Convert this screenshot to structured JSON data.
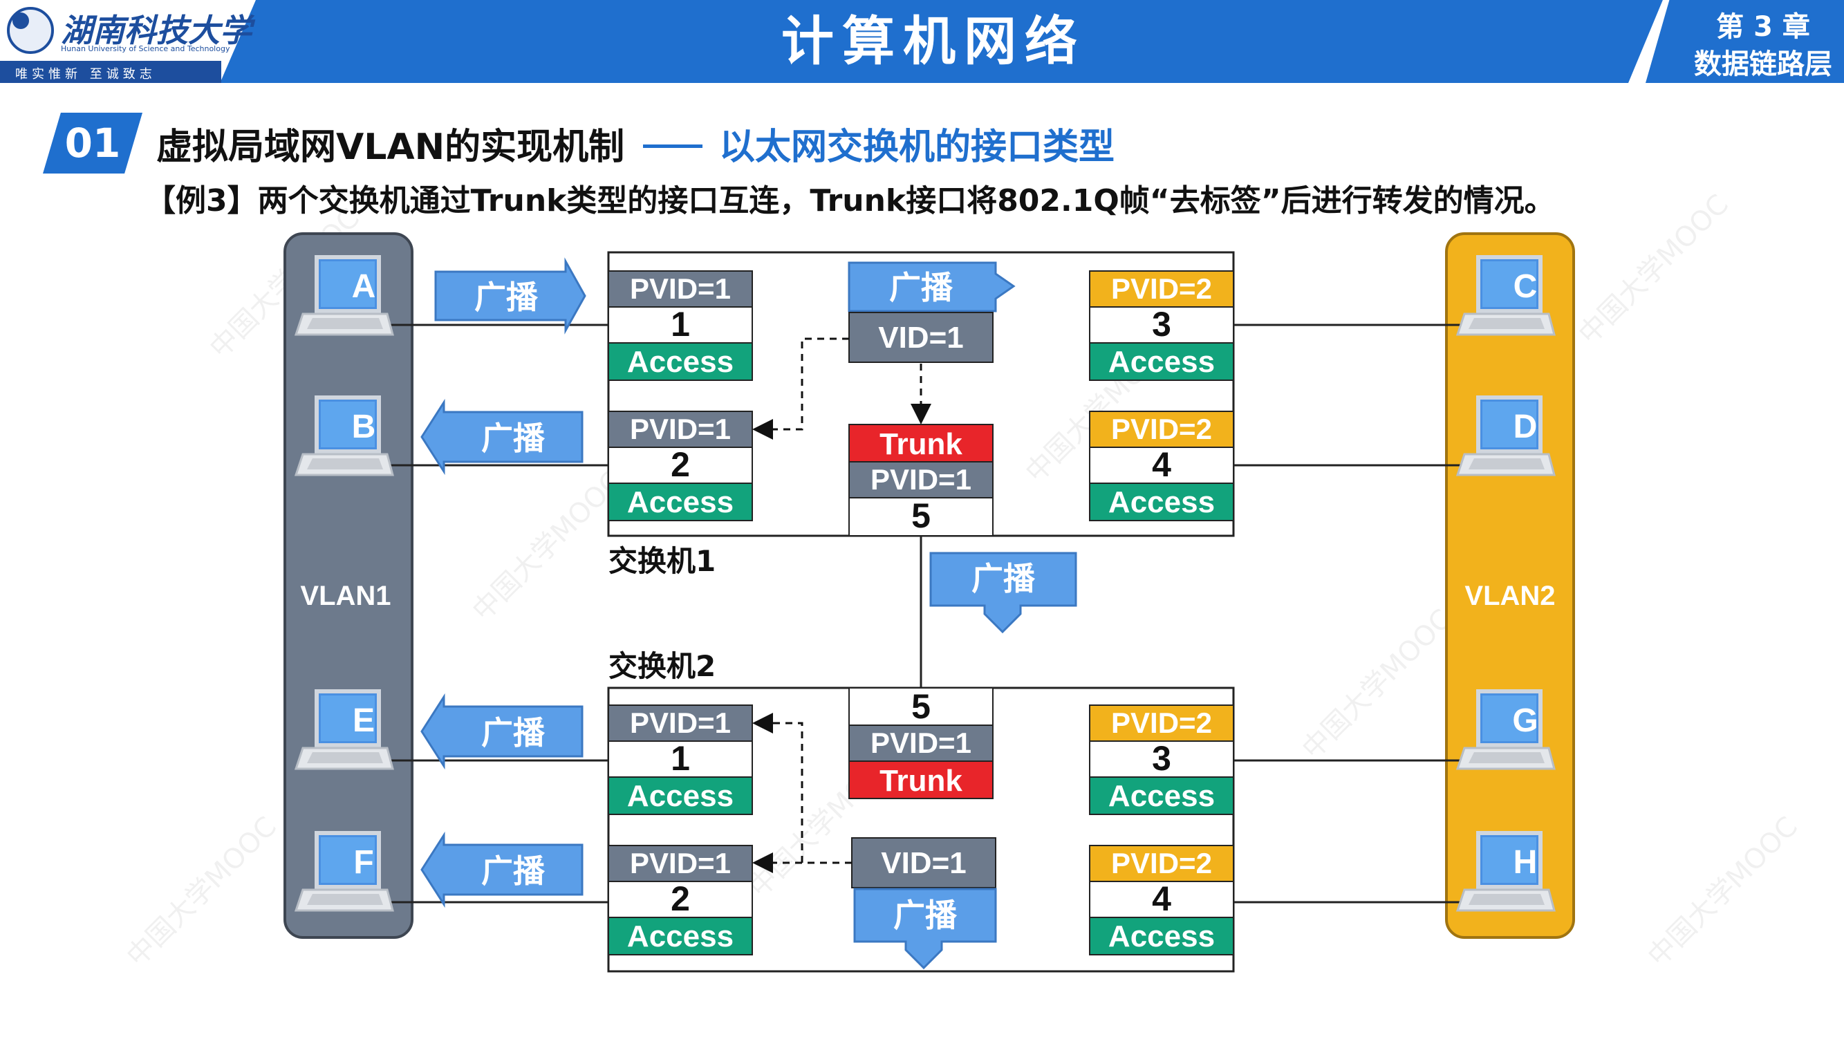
{
  "header": {
    "university_name": "湖南科技大学",
    "university_english": "Hunan University of Science and Technology",
    "motto": "唯实惟新 至诚致志",
    "course_title": "计算机网络",
    "chapter_number": "第 3 章",
    "chapter_name": "数据链路层"
  },
  "section": {
    "number": "01",
    "title": "虚拟局域网VLAN的实现机制",
    "subtitle": "以太网交换机的接口类型"
  },
  "example": "【例3】两个交换机通过Trunk类型的接口互连，Trunk接口将802.1Q帧“去标签”后进行转发的情况。",
  "colors": {
    "primary_blue": "#1f6fce",
    "vlan1_gray": "#6d7a8c",
    "vlan2_yellow": "#f2b21c",
    "access_green": "#12a37c",
    "trunk_red": "#e8252a",
    "broadcast_blue": "#5b9ee8"
  },
  "diagram": {
    "vlans": [
      {
        "label": "VLAN1",
        "color": "vlan1_gray"
      },
      {
        "label": "VLAN2",
        "color": "vlan2_yellow"
      }
    ],
    "switch1_label": "交换机1",
    "switch2_label": "交换机2",
    "hosts": {
      "A": "A",
      "B": "B",
      "C": "C",
      "D": "D",
      "E": "E",
      "F": "F",
      "G": "G",
      "H": "H"
    },
    "ports": {
      "s1p1": {
        "pvid": "PVID=1",
        "num": "1",
        "type": "Access"
      },
      "s1p2": {
        "pvid": "PVID=1",
        "num": "2",
        "type": "Access"
      },
      "s1p3": {
        "pvid": "PVID=2",
        "num": "3",
        "type": "Access"
      },
      "s1p4": {
        "pvid": "PVID=2",
        "num": "4",
        "type": "Access"
      },
      "s1p5": {
        "type": "Trunk",
        "pvid": "PVID=1",
        "num": "5"
      },
      "s2p1": {
        "pvid": "PVID=1",
        "num": "1",
        "type": "Access"
      },
      "s2p2": {
        "pvid": "PVID=1",
        "num": "2",
        "type": "Access"
      },
      "s2p3": {
        "pvid": "PVID=2",
        "num": "3",
        "type": "Access"
      },
      "s2p4": {
        "pvid": "PVID=2",
        "num": "4",
        "type": "Access"
      },
      "s2p5": {
        "num": "5",
        "pvid": "PVID=1",
        "type": "Trunk"
      }
    },
    "broadcast": "广播",
    "vid_tag": "VID=1"
  },
  "watermark": "中国大学MOOC"
}
